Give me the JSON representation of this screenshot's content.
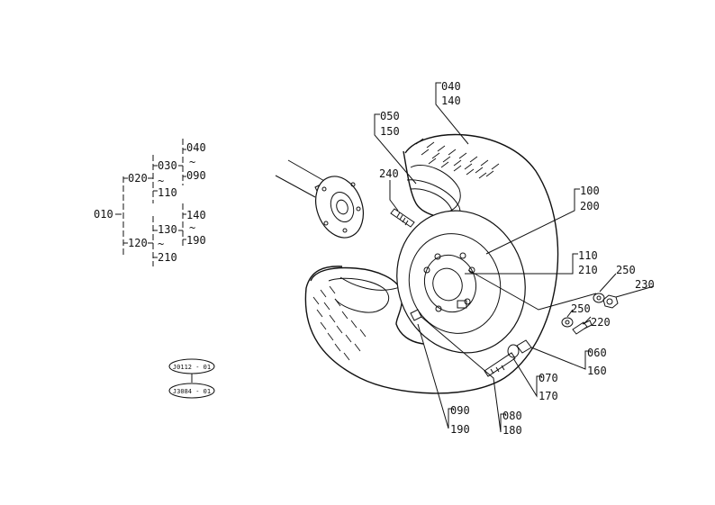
{
  "tree": {
    "root": "010",
    "a": "020",
    "a1": "030",
    "a1_from": "040",
    "a1_tilde": "~",
    "a1_to": "090",
    "a2_tilde": "~",
    "a2": "110",
    "b": "120",
    "b1": "130",
    "b1_from": "140",
    "b1_tilde": "~",
    "b1_to": "190",
    "b2_tilde": "~",
    "b2": "210"
  },
  "badges": [
    "J0112 - 01",
    "J3084 - 01"
  ],
  "callouts": {
    "tire_top": [
      "040",
      "140"
    ],
    "tube_top": [
      "050",
      "150"
    ],
    "valve_small": "240",
    "rim": [
      "100",
      "200"
    ],
    "disc": [
      "110",
      "210"
    ],
    "washer1": "250",
    "nut1": "230",
    "washer2": "250",
    "bolt": "220",
    "valve_cap": [
      "060",
      "160"
    ],
    "valve_core": [
      "070",
      "170"
    ],
    "valve_stem": [
      "080",
      "180"
    ],
    "tube_valve": [
      "090",
      "190"
    ]
  }
}
